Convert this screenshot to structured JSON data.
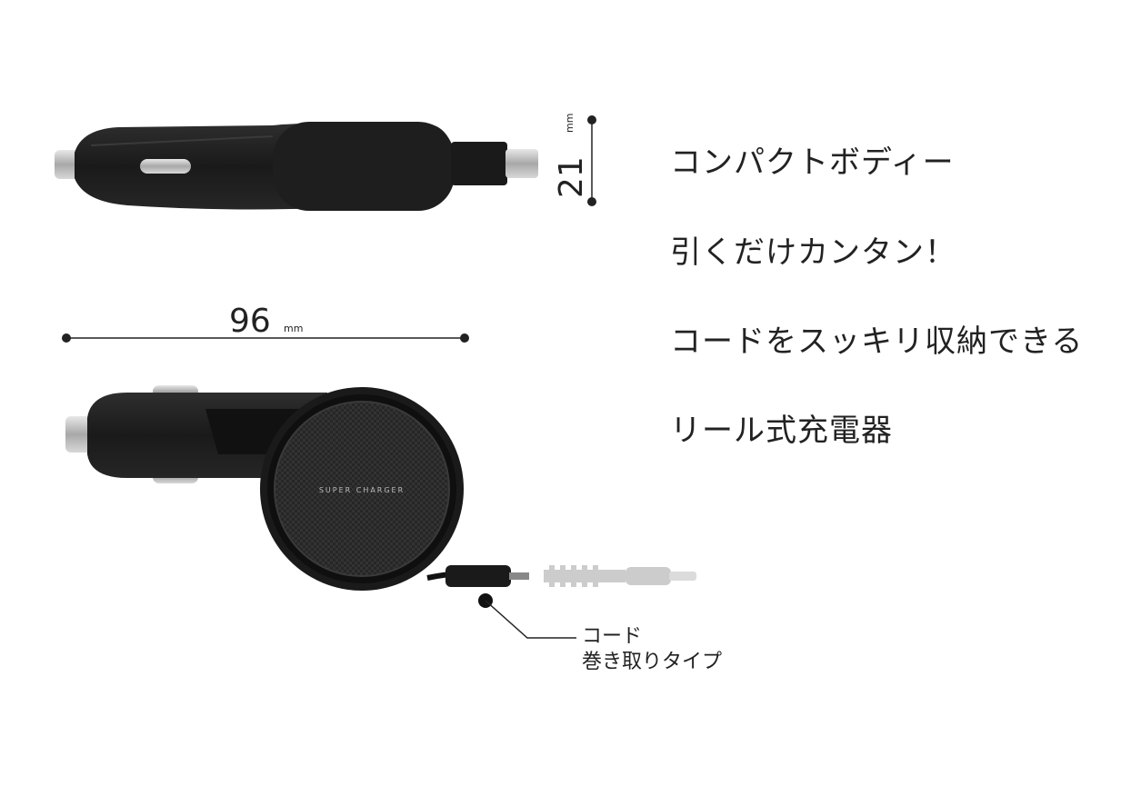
{
  "features": [
    "コンパクトボディー",
    "引くだけカンタン！",
    "コードをスッキリ収納できる",
    "リール式充電器"
  ],
  "dimensions": {
    "height_value": "21",
    "height_unit": "mm",
    "width_value": "96",
    "width_unit": "mm"
  },
  "reel_label": "SUPER CHARGER",
  "callout": {
    "line1": "コード",
    "line2": "巻き取りタイプ"
  },
  "colors": {
    "body": "#1c1c1c",
    "text": "#222222",
    "metal": "#c9c9c9",
    "cable_faded": "#9a9a9a"
  }
}
